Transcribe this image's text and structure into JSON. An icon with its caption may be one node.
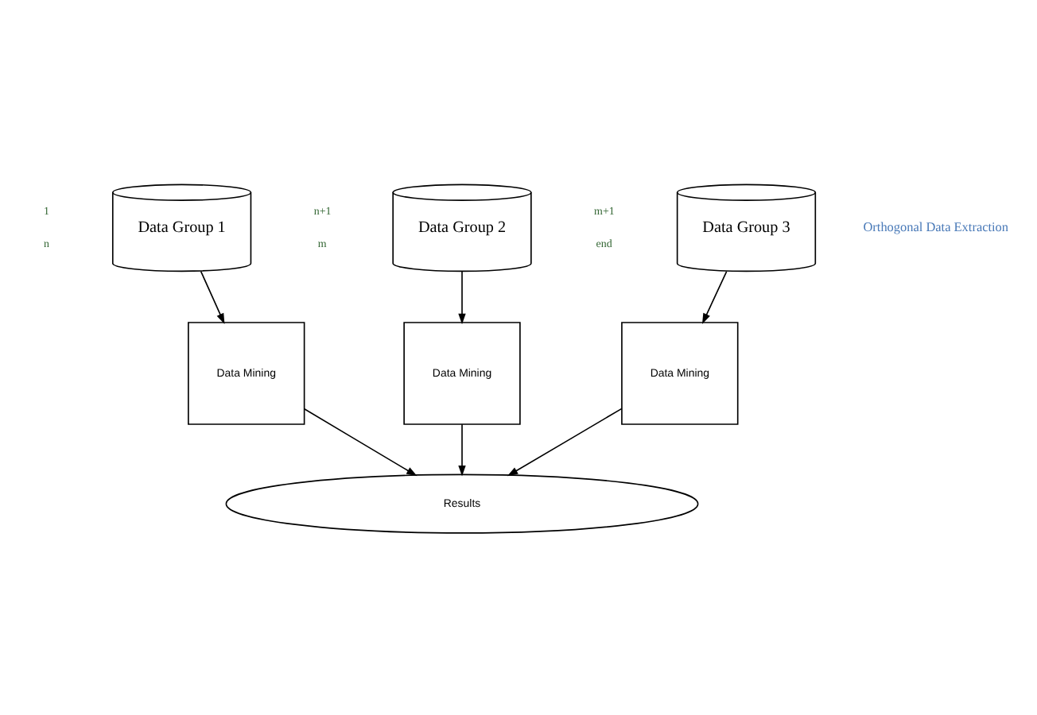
{
  "diagram": {
    "nodes": [
      {
        "text": [
          "Data Group 1"
        ],
        "beside": [
          "1",
          "n"
        ]
      },
      {
        "text": [
          "Data Group 2"
        ],
        "beside": [
          "n+1",
          "m"
        ]
      },
      {
        "text": [
          "Data Group 3"
        ],
        "beside": [
          "m+1",
          "end"
        ]
      },
      {
        "text": [
          "Data Mining"
        ]
      },
      {
        "text": [
          "Data Mining"
        ]
      },
      {
        "text": [
          "Data Mining"
        ]
      },
      {
        "text": [
          "Results"
        ]
      }
    ],
    "edges": [
      {
        "from": 0,
        "to": 3,
        "arrow": "to"
      },
      {
        "from": 1,
        "to": 4,
        "arrow": "to"
      },
      {
        "from": 2,
        "to": 5,
        "arrow": "to"
      },
      {
        "from": 3,
        "to": 6,
        "arrow": "to"
      },
      {
        "from": 4,
        "to": 6,
        "arrow": "to"
      },
      {
        "from": 5,
        "to": 6,
        "arrow": "to"
      }
    ],
    "labels": [
      "Orthogonal Data Extraction"
    ]
  }
}
